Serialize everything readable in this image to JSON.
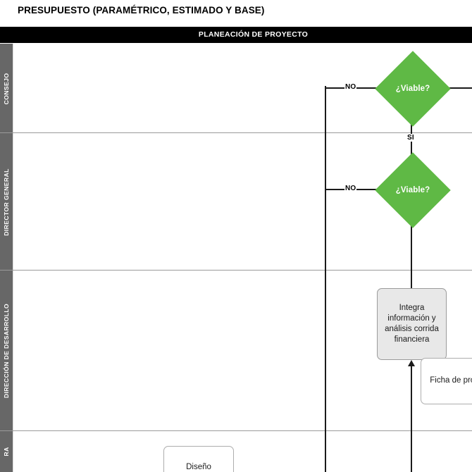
{
  "document": {
    "title": "PRESUPUESTO (PARAMÉTRICO, ESTIMADO Y BASE)"
  },
  "phase_band": {
    "label": "PLANEACIÓN DE PROYECTO",
    "background": "#000000",
    "text_color": "#ffffff"
  },
  "colors": {
    "lane_header": "#676767",
    "decision_green": "#5fb945",
    "process_gray": "#e8e8e8",
    "connector": "#1a1a1a",
    "divider": "#9a9a9a"
  },
  "lanes": [
    {
      "label": "CONSEJO"
    },
    {
      "label": "DIRECTOR GENERAL"
    },
    {
      "label": "DIRECCIÓN DE DESARROLLO"
    },
    {
      "label": "RA"
    }
  ],
  "nodes": {
    "decision_consejo": {
      "label": "¿Viable?",
      "type": "decision"
    },
    "decision_director": {
      "label": "¿Viable?",
      "type": "decision"
    },
    "process_integra": {
      "label": "Integra información y análisis corrida financiera",
      "type": "process"
    },
    "doc_ficha": {
      "label": "Ficha de proyecto",
      "type": "document"
    },
    "box_diseno": {
      "label": "Diseño",
      "type": "process"
    }
  },
  "edge_labels": {
    "no_consejo": "NO",
    "no_director": "NO",
    "si_director_to_consejo": "SI"
  }
}
